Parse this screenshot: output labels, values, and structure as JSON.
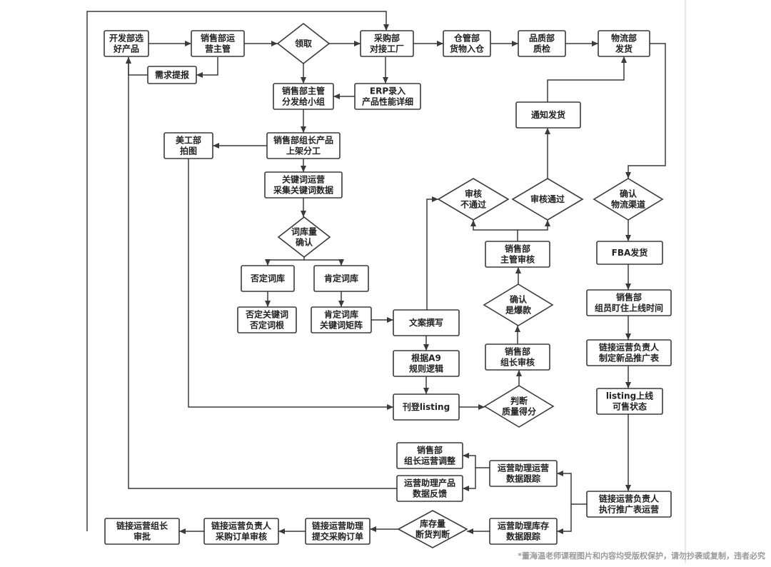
{
  "nodes": {
    "n1": [
      "开发部选",
      "好产品"
    ],
    "n2": [
      "销售部运",
      "营主管"
    ],
    "d1": [
      "领取"
    ],
    "n3": [
      "采购部",
      "对接工厂"
    ],
    "n4": [
      "仓管部",
      "货物入仓"
    ],
    "n5": [
      "品质部",
      "质检"
    ],
    "n6": [
      "物流部",
      "发货"
    ],
    "n7": [
      "需求提报"
    ],
    "n8": [
      "销售部主管",
      "分发给小组"
    ],
    "n9": [
      "ERP录入",
      "产品性能详细"
    ],
    "n10": [
      "美工部",
      "拍图"
    ],
    "n11": [
      "销售部组长产品",
      "上架分工"
    ],
    "n12": [
      "关键词运营",
      "采集关键词数据"
    ],
    "d2": [
      "词库量",
      "确认"
    ],
    "n13": [
      "否定词库"
    ],
    "n14": [
      "肯定词库"
    ],
    "n15": [
      "否定关键词",
      "否定词根"
    ],
    "n16": [
      "肯定词库",
      "关键词矩阵"
    ],
    "n17": [
      "文案撰写"
    ],
    "n18": [
      "根据A9",
      "规则逻辑"
    ],
    "n19": [
      "刊登listing"
    ],
    "d3": [
      "判断",
      "质量得分"
    ],
    "n20": [
      "销售部",
      "组长审核"
    ],
    "d4": [
      "确认",
      "是爆款"
    ],
    "n21": [
      "销售部",
      "主管审核"
    ],
    "d5": [
      "审核",
      "不通过"
    ],
    "d6": [
      "审核通过"
    ],
    "n22": [
      "通知发货"
    ],
    "d7": [
      "确认",
      "物流渠道"
    ],
    "n23": [
      "FBA发货"
    ],
    "n24": [
      "销售部",
      "组员盯住上线时间"
    ],
    "n25": [
      "链接运营负责人",
      "制定新品推广表"
    ],
    "n26": [
      "listing上线",
      "可售状态"
    ],
    "n27": [
      "链接运营负责人",
      "执行推广表运营"
    ],
    "n28": [
      "销售部",
      "组长运营调整"
    ],
    "n29": [
      "运营助理运营",
      "数据跟踪"
    ],
    "n30": [
      "运营助理产品",
      "数据反馈"
    ],
    "n31": [
      "运营助理库存",
      "数据跟踪"
    ],
    "d8": [
      "库存量",
      "断货判断"
    ],
    "n32": [
      "链接运营助理",
      "提交采购订单"
    ],
    "n33": [
      "链接运营负责人",
      "采购订单审核"
    ],
    "n34": [
      "链接运营组长",
      "审批"
    ]
  },
  "watermark": "*董海温老师课程图片和内容均受版权保护，请勿抄袭或复制，违者必究"
}
